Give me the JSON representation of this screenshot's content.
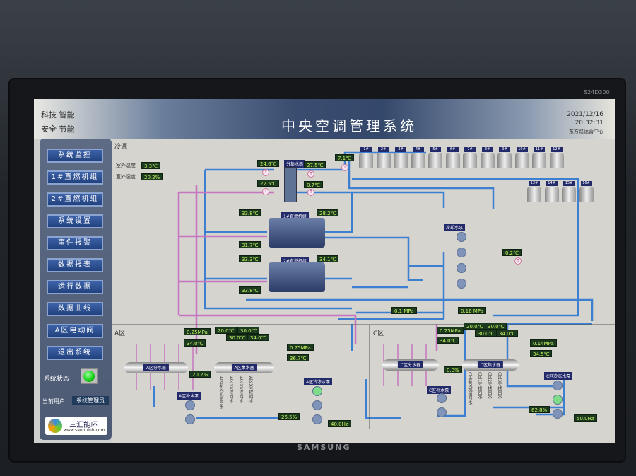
{
  "monitor": {
    "brand": "SAMSUNG",
    "model": "S24D300"
  },
  "header": {
    "slogan1": "科技 智能",
    "slogan2": "安全 节能",
    "title": "中央空调管理系统",
    "date": "2021/12/16",
    "time": "20:32:31",
    "location": "东方路运营中心"
  },
  "sidebar": {
    "items": [
      {
        "label": "系统监控"
      },
      {
        "label": "1#直燃机组"
      },
      {
        "label": "2#直燃机组"
      },
      {
        "label": "系统设置"
      },
      {
        "label": "事件报警"
      },
      {
        "label": "数据报表"
      },
      {
        "label": "运行数据"
      },
      {
        "label": "数据曲线"
      },
      {
        "label": "A区电动阀"
      },
      {
        "label": "退出系统"
      }
    ],
    "status_label": "系统状态",
    "user_label": "当前用户",
    "user_value": "系统管理员",
    "logo_name": "三汇能环",
    "logo_url": "www.sanhuinh.com"
  },
  "colors": {
    "pipe_blue": "#3d7fd0",
    "pipe_pink": "#c676c0",
    "readout_bg": "#1b3a1f",
    "readout_text": "#c8f060"
  },
  "source": {
    "section": "冷源",
    "outdoor_temp_label": "室外温度",
    "outdoor_temp": "3.3℃",
    "outdoor_humidity_label": "室外湿度",
    "outdoor_humidity": "20.2%",
    "header_tag": "分集水器",
    "t1": "24.6℃",
    "t2": "27.5℃",
    "t3": "22.5℃",
    "t4": "0.7℃",
    "t5": "7.1℃",
    "chiller1": {
      "name": "1#直燃机组",
      "in": "33.8℃",
      "out": "28.2℃",
      "ret": "31.7℃"
    },
    "chiller2": {
      "name": "2#直燃机组",
      "in": "33.3℃",
      "out": "34.1℃",
      "ret": "33.8℃"
    },
    "towers_row1": [
      "1#",
      "2#",
      "3#",
      "4#",
      "5#",
      "6#",
      "7#",
      "8#",
      "9#",
      "10#",
      "11#",
      "12#"
    ],
    "towers_row2": [
      "13#",
      "14#",
      "15#",
      "16#"
    ],
    "cooling_pump_tag": "冷却水泵",
    "cooling_temp": "0.2℃",
    "p1": "0.1 MPa",
    "p2": "0.16 MPa"
  },
  "zone_a": {
    "name": "A区",
    "p_supply": "0.25MPa",
    "t_supply": "34.0℃",
    "valve1": "20.2%",
    "branch": [
      "20.0℃",
      "30.0℃",
      "30.0℃",
      "34.0℃"
    ],
    "p_return": "0.75MPa",
    "t_return": "36.7℃",
    "divider": "A区分水器",
    "collector": "A区集水器",
    "makeup_pump": "A区补水泵",
    "chw_pump": "A区冷冻水泵",
    "valve2": "26.5%",
    "freq": "40.0Hz",
    "branch_labels": [
      "A区新风机组回水",
      "A区1号楼回水",
      "A区2号楼回水",
      "A区3号楼回水"
    ]
  },
  "zone_c": {
    "name": "C区",
    "p_supply": "0.25MPa",
    "t_supply": "34.0℃",
    "valve1": "0.0%",
    "branch": [
      "20.0℃",
      "30.0℃",
      "30.0℃",
      "34.0℃"
    ],
    "p_return": "0.14MPa",
    "t_return": "34.5℃",
    "divider": "C区分水器",
    "collector": "C区集水器",
    "makeup_pump": "C区补水泵",
    "chw_pump": "C区冷冻水泵",
    "valve2": "62.8%",
    "freq": "50.0Hz",
    "branch_labels": [
      "C区新风机组回水",
      "C区1号楼回水",
      "C区2号楼回水",
      "C区3号楼回水"
    ]
  }
}
